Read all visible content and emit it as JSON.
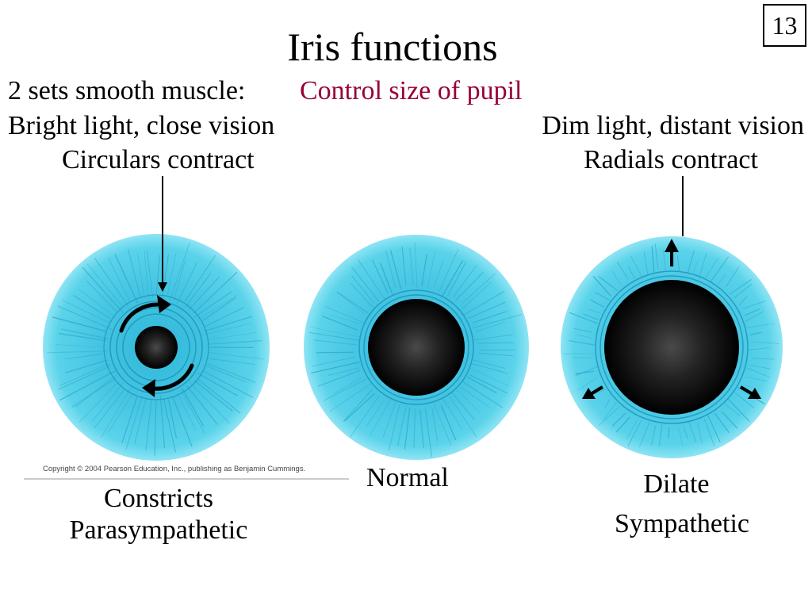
{
  "slide_number": "13",
  "title": "Iris functions",
  "intro": {
    "label": "2 sets smooth muscle:",
    "highlight": "Control size of pupil"
  },
  "left": {
    "condition": "Bright light, close vision",
    "action": "Circulars contract",
    "result": "Constricts",
    "system": "Parasympathetic"
  },
  "middle": {
    "label": "Normal"
  },
  "right": {
    "condition": "Dim light, distant vision",
    "action": "Radials contract",
    "result": "Dilate",
    "system": "Sympathetic"
  },
  "copyright": "Copyright © 2004 Pearson Education, Inc., publishing as Benjamin Cummings.",
  "colors": {
    "iris_outer": "#5ad3ea",
    "iris_edge": "#7fe0f2",
    "iris_inner": "#2fb8d8",
    "fiber": "#2aa5c6",
    "ring": "#1e95bc",
    "pupil": "#111111",
    "accent": "#990033"
  },
  "icons": [
    "circular-arrow-icon",
    "outward-arrow-icon"
  ]
}
